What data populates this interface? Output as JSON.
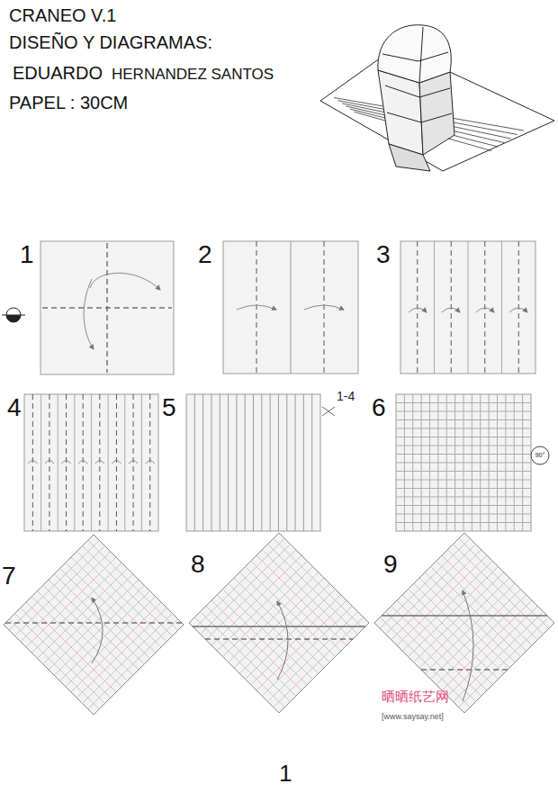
{
  "diagram": {
    "title": "CRANEO V.1",
    "labels": [
      "DISEÑO Y DIAGRAMAS:",
      "EDUARDO",
      "HERNANDEZ SANTOS",
      "PAPEL : 30CM",
      "1",
      "2",
      "3",
      "4",
      "5",
      "6",
      "7",
      "8",
      "9",
      "1-4",
      "90°",
      "晒晒纸艺网",
      "[www.saysay.net]",
      "1"
    ]
  }
}
